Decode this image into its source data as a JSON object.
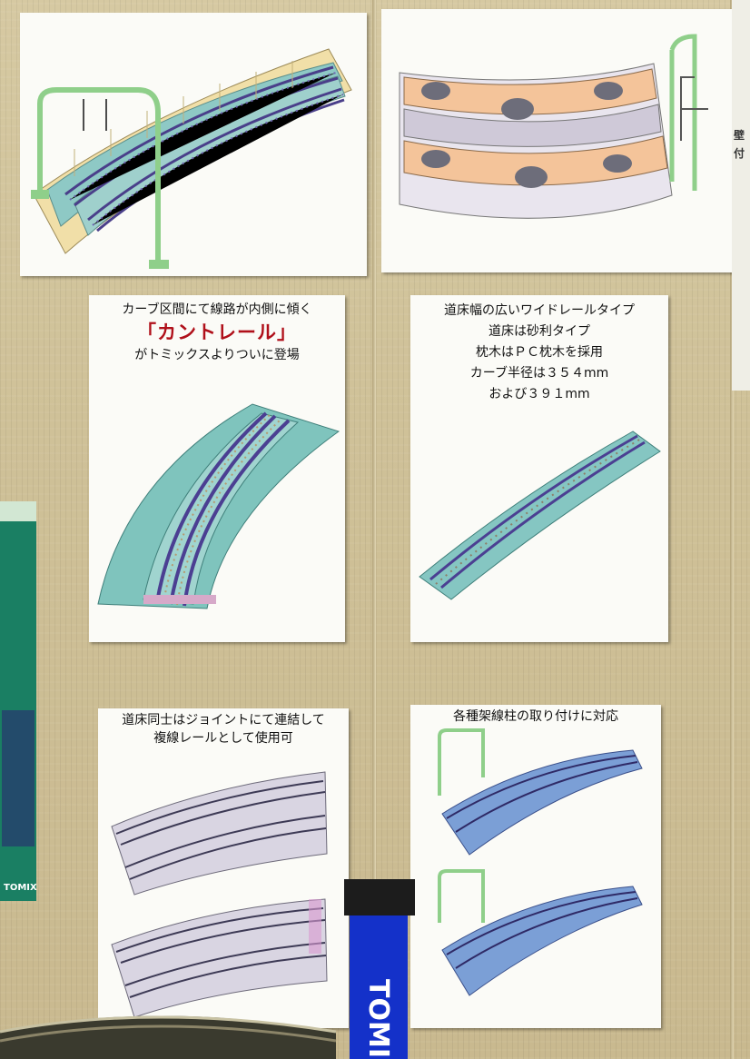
{
  "panels": {
    "cant_rail": {
      "line1": "カーブ区間にて線路が内側に傾く",
      "title": "「カントレール」",
      "line3": "がトミックスよりついに登場"
    },
    "wide_rail": {
      "lines": [
        "道床幅の広いワイドレールタイプ",
        "道床は砂利タイプ",
        "枕木はＰＣ枕木を採用",
        "カーブ半径は３５４mm",
        "および３９１mm"
      ]
    },
    "joint": {
      "lines": [
        "道床同士はジョイントにて連結して",
        "複線レールとして使用可"
      ]
    },
    "catenary": {
      "lines": [
        "各種架線柱の取り付けに対応"
      ]
    }
  },
  "logos": {
    "box_brand": "TOMIX",
    "stand_brand": "TOMI",
    "right_partial": "壁",
    "right_partial2": "付"
  },
  "colors": {
    "wall": "#cfc198",
    "panel": "#fbfbf7",
    "roadbed": "#7fbfc0",
    "tie": "#5a4f9a",
    "catenary": "#a8d8a0",
    "accent_red": "#b0101a",
    "stand_blue": "#1431c9"
  }
}
